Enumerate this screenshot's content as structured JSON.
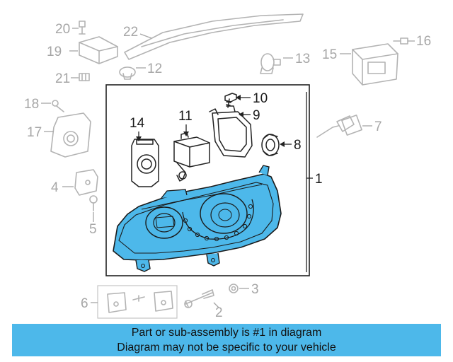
{
  "callouts": {
    "c1": "1",
    "c2": "2",
    "c3": "3",
    "c4": "4",
    "c5": "5",
    "c6": "6",
    "c7": "7",
    "c8": "8",
    "c9": "9",
    "c10": "10",
    "c11": "11",
    "c12": "12",
    "c13": "13",
    "c14": "14",
    "c15": "15",
    "c16": "16",
    "c17": "17",
    "c18": "18",
    "c19": "19",
    "c20": "20",
    "c21": "21",
    "c22": "22"
  },
  "banner": {
    "line1": "Part or sub-assembly is #1 in diagram",
    "line2": "Diagram may not be specific to your vehicle"
  },
  "colors": {
    "highlight": "#4db8ea",
    "banner_bg": "#4db8ea",
    "other_parts": "#b3b3b3"
  }
}
